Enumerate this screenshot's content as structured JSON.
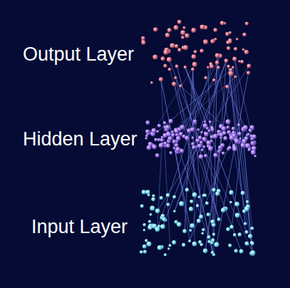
{
  "diagram": {
    "labels": [
      "Output Layer",
      "Hidden Layer",
      "Input Layer"
    ]
  }
}
